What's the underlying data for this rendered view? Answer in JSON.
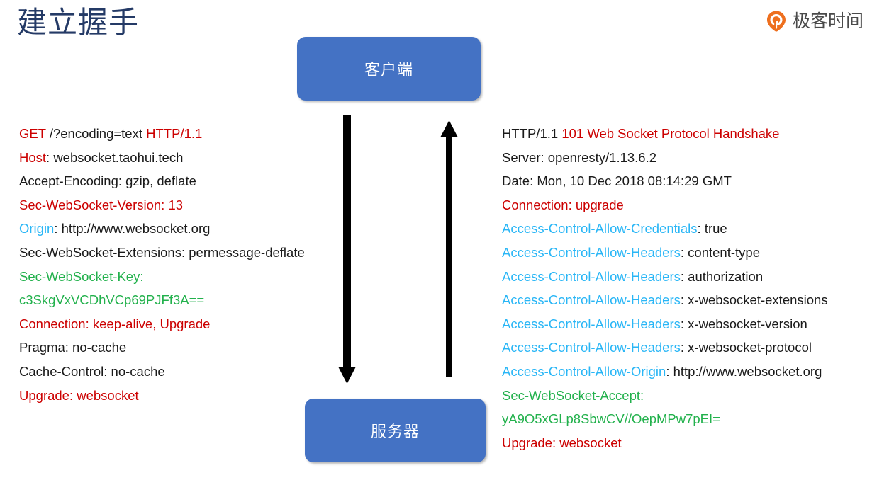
{
  "slide": {
    "title": "建立握手"
  },
  "brand": {
    "name": "极客时间",
    "logo_icon": "geektime-pin-icon",
    "logo_color": "#EE6F1E",
    "text_color": "#4a4a4a"
  },
  "diagram": {
    "node_color": "#4472C4",
    "nodes": [
      {
        "id": "client",
        "label": "客户端"
      },
      {
        "id": "server",
        "label": "服务器"
      }
    ],
    "arrows": [
      {
        "id": "request-arrow",
        "direction": "down",
        "from": "client",
        "to": "server",
        "color": "#000000"
      },
      {
        "id": "response-arrow",
        "direction": "up",
        "from": "server",
        "to": "client",
        "color": "#000000"
      }
    ]
  },
  "request": {
    "title": "HTTP Upgrade Request",
    "lines": [
      [
        {
          "t": "GET ",
          "c": "red"
        },
        {
          "t": "/?encoding=text ",
          "c": "black"
        },
        {
          "t": "HTTP/1.1",
          "c": "red"
        }
      ],
      [
        {
          "t": "Host",
          "c": "red"
        },
        {
          "t": ": websocket.taohui.tech",
          "c": "black"
        }
      ],
      [
        {
          "t": "Accept-Encoding: gzip, deflate",
          "c": "black"
        }
      ],
      [
        {
          "t": "Sec-WebSocket-Version: 13",
          "c": "red"
        }
      ],
      [
        {
          "t": "Origin",
          "c": "cyan"
        },
        {
          "t": ": http://www.websocket.org",
          "c": "black"
        }
      ],
      [
        {
          "t": "Sec-WebSocket-Extensions: permessage-deflate",
          "c": "black"
        }
      ],
      [
        {
          "t": "Sec-WebSocket-Key:",
          "c": "green"
        }
      ],
      [
        {
          "t": "c3SkgVxVCDhVCp69PJFf3A==",
          "c": "green"
        }
      ],
      [
        {
          "t": "Connection: keep-alive, Upgrade",
          "c": "red"
        }
      ],
      [
        {
          "t": "Pragma: no-cache",
          "c": "black"
        }
      ],
      [
        {
          "t": "Cache-Control: no-cache",
          "c": "black"
        }
      ],
      [
        {
          "t": "Upgrade: websocket",
          "c": "red"
        }
      ]
    ]
  },
  "response": {
    "title": "HTTP 101 Switching Protocols Response",
    "lines": [
      [
        {
          "t": "HTTP/1.1 ",
          "c": "black"
        },
        {
          "t": "101 Web Socket Protocol Handshake",
          "c": "red"
        }
      ],
      [
        {
          "t": "Server: openresty/1.13.6.2",
          "c": "black"
        }
      ],
      [
        {
          "t": "Date: Mon, 10 Dec 2018 08:14:29 GMT",
          "c": "black"
        }
      ],
      [
        {
          "t": "Connection: upgrade",
          "c": "red"
        }
      ],
      [
        {
          "t": "Access-Control-Allow-Credentials",
          "c": "cyan"
        },
        {
          "t": ": true",
          "c": "black"
        }
      ],
      [
        {
          "t": "Access-Control-Allow-Headers",
          "c": "cyan"
        },
        {
          "t": ": content-type",
          "c": "black"
        }
      ],
      [
        {
          "t": "Access-Control-Allow-Headers",
          "c": "cyan"
        },
        {
          "t": ": authorization",
          "c": "black"
        }
      ],
      [
        {
          "t": "Access-Control-Allow-Headers",
          "c": "cyan"
        },
        {
          "t": ": x-websocket-extensions",
          "c": "black"
        }
      ],
      [
        {
          "t": "Access-Control-Allow-Headers",
          "c": "cyan"
        },
        {
          "t": ": x-websocket-version",
          "c": "black"
        }
      ],
      [
        {
          "t": "Access-Control-Allow-Headers",
          "c": "cyan"
        },
        {
          "t": ": x-websocket-protocol",
          "c": "black"
        }
      ],
      [
        {
          "t": "Access-Control-Allow-Origin",
          "c": "cyan"
        },
        {
          "t": ": http://www.websocket.org",
          "c": "black"
        }
      ],
      [
        {
          "t": "Sec-WebSocket-Accept:",
          "c": "green"
        }
      ],
      [
        {
          "t": "yA9O5xGLp8SbwCV//OepMPw7pEI=",
          "c": "green"
        }
      ],
      [
        {
          "t": "Upgrade: websocket",
          "c": "red"
        }
      ]
    ]
  },
  "colors": {
    "red": "#CC0000",
    "black": "#1a1a1a",
    "cyan": "#29B6F6",
    "green": "#22B14C",
    "node_blue": "#4472C4",
    "title_navy": "#243A66",
    "brand_orange": "#EE6F1E"
  }
}
